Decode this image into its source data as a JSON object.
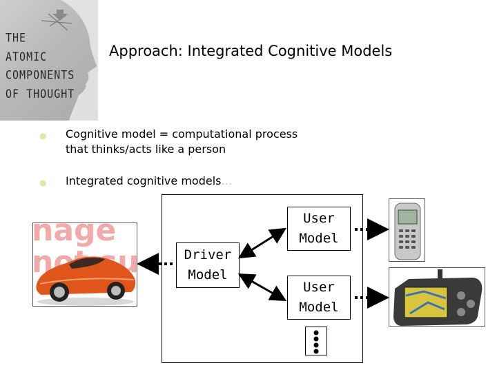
{
  "logo": {
    "lines": [
      "THE",
      "ATOMIC",
      "COMPONENTS",
      "OF THOUGHT"
    ]
  },
  "slide": {
    "title": "Approach: Integrated Cognitive Models",
    "bullets": [
      {
        "line1": "Cognitive model = computational process",
        "line2": "that thinks/acts like a person"
      },
      {
        "line1": "Integrated cognitive models",
        "suffix": "…"
      }
    ]
  },
  "diagram": {
    "driver_model": [
      "Driver",
      "Model"
    ],
    "user_model_1": [
      "User",
      "Model"
    ],
    "user_model_2": [
      "User",
      "Model"
    ],
    "broken_image_text": [
      "nage",
      "not su"
    ]
  },
  "colors": {
    "bullet": "#e8e4b0",
    "car": "#e0561a",
    "placeholder_text": "#f2a9a9"
  }
}
